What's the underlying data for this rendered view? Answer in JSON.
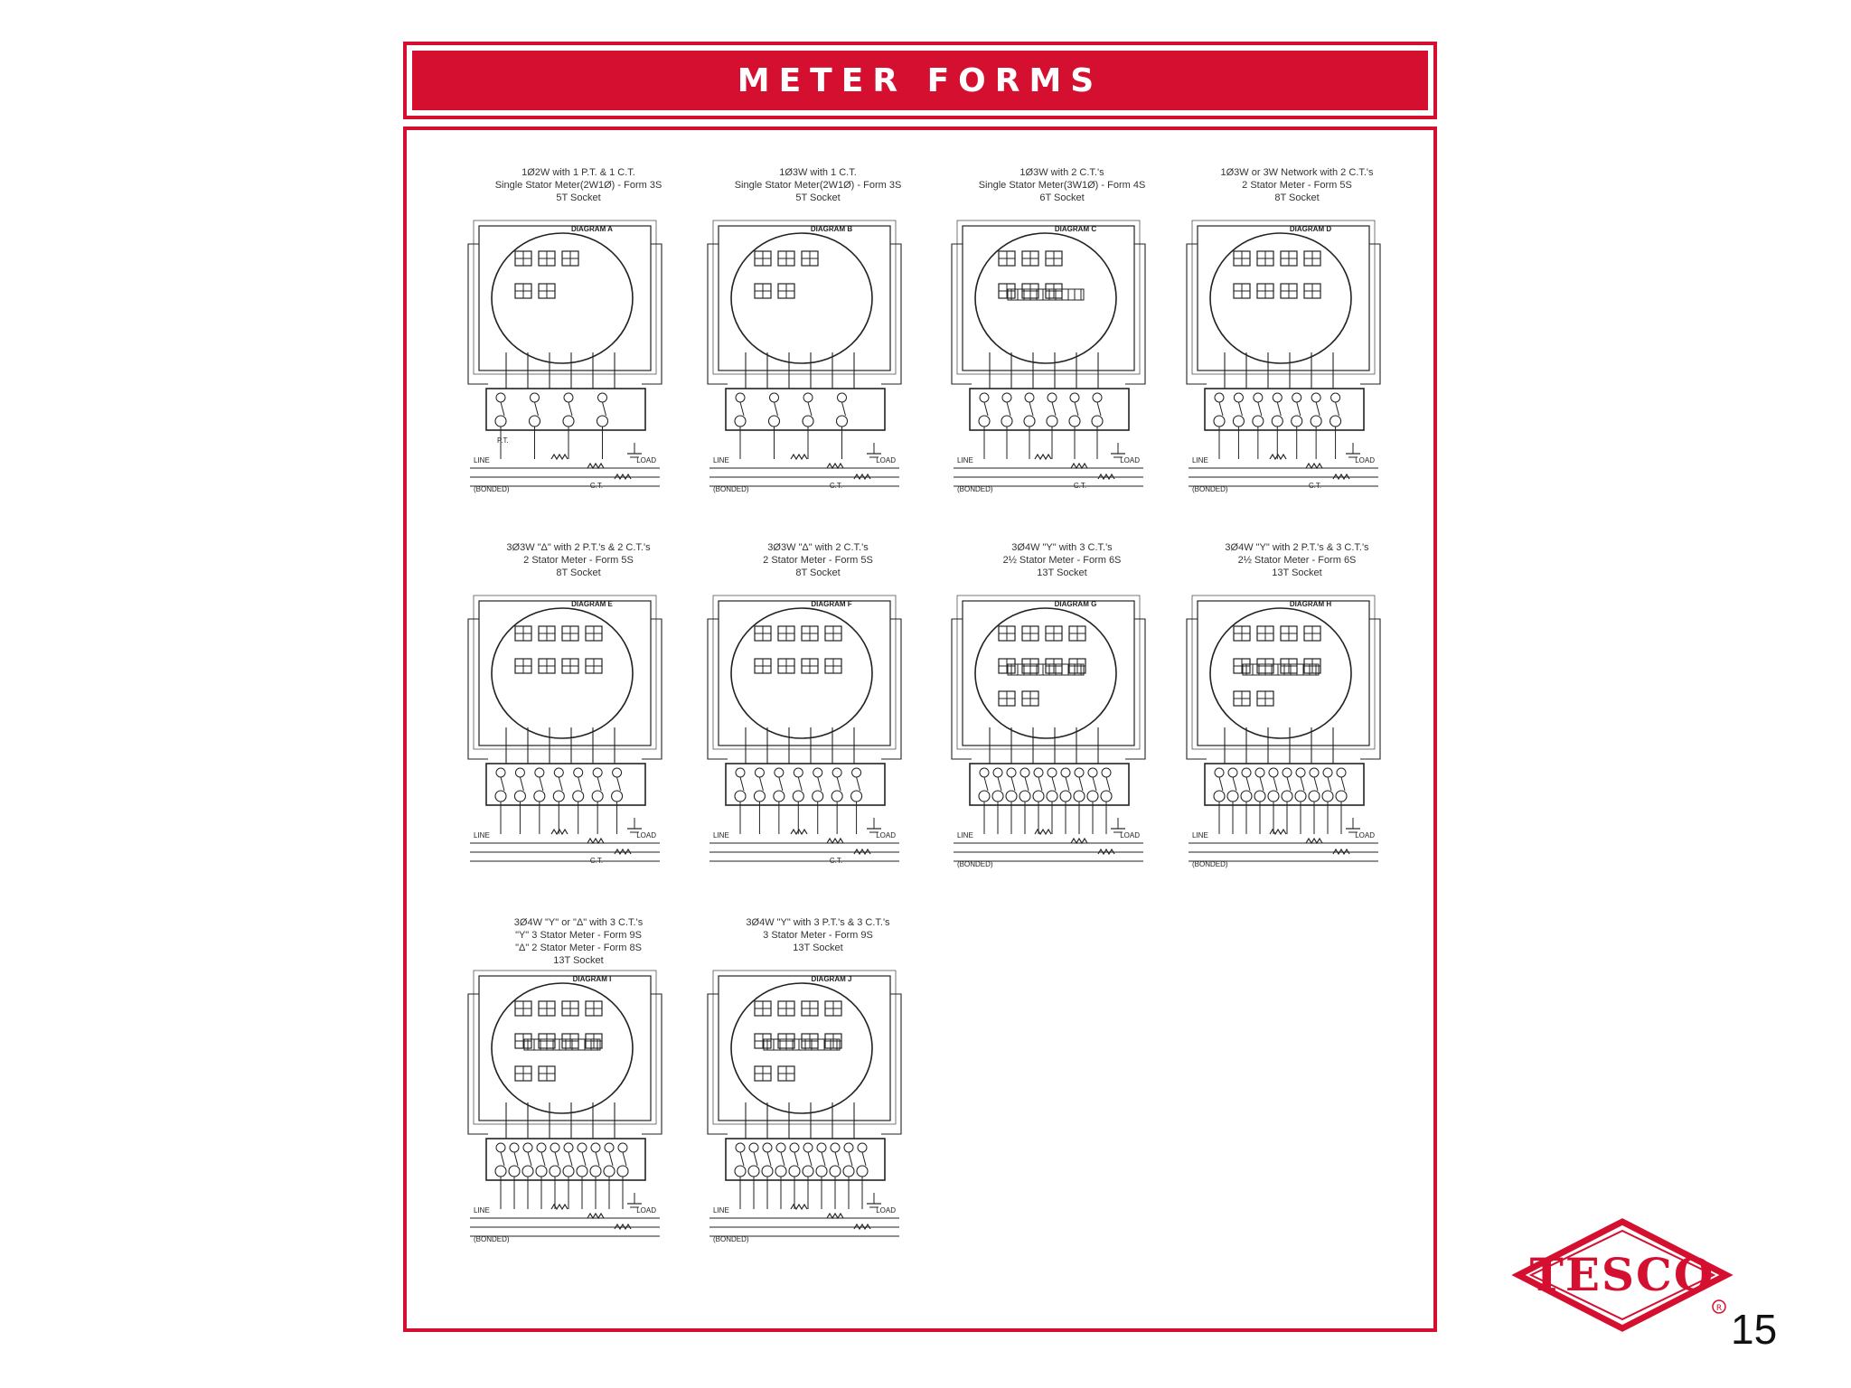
{
  "slide": {
    "title": "METER FORMS",
    "page_number": "15",
    "logo_text": "TESCO",
    "accent_color": "#d40f2f"
  },
  "diagrams": [
    {
      "caption": [
        "1Ø2W with 1 P.T. & 1 C.T.",
        "Single Stator Meter(2W1Ø) - Form 3S",
        "5T Socket"
      ],
      "label": "DIAGRAM A",
      "socket": "5T",
      "extra": [
        "LINE",
        "LOAD",
        "(BONDED)",
        "P.T.",
        "C.T."
      ]
    },
    {
      "caption": [
        "1Ø3W with 1 C.T.",
        "Single Stator Meter(2W1Ø) - Form 3S",
        "5T Socket"
      ],
      "label": "DIAGRAM B",
      "socket": "5T",
      "extra": [
        "LINE",
        "LOAD",
        "(BONDED)",
        "",
        "C.T."
      ]
    },
    {
      "caption": [
        "1Ø3W with 2 C.T.'s",
        "Single Stator Meter(3W1Ø) - Form 4S",
        "6T Socket"
      ],
      "label": "DIAGRAM C",
      "socket": "6T",
      "extra": [
        "LINE",
        "LOAD",
        "(BONDED)",
        "",
        "C.T."
      ]
    },
    {
      "caption": [
        "1Ø3W or 3W Network with 2 C.T.'s",
        "2 Stator Meter - Form 5S",
        "8T Socket"
      ],
      "label": "DIAGRAM D",
      "socket": "8T",
      "extra": [
        "LINE",
        "LOAD",
        "(BONDED)",
        "",
        "C.T."
      ]
    },
    {
      "caption": [
        "3Ø3W \"Δ\" with 2 P.T.'s & 2 C.T.'s",
        "2 Stator Meter - Form 5S",
        "8T Socket"
      ],
      "label": "DIAGRAM E",
      "socket": "8T",
      "extra": [
        "LINE",
        "LOAD",
        "",
        "",
        "C.T."
      ]
    },
    {
      "caption": [
        "3Ø3W \"Δ\" with 2 C.T.'s",
        "2 Stator Meter - Form 5S",
        "8T Socket"
      ],
      "label": "DIAGRAM F",
      "socket": "8T",
      "extra": [
        "LINE",
        "LOAD",
        "",
        "",
        "C.T."
      ]
    },
    {
      "caption": [
        "3Ø4W \"Y\" with 3 C.T.'s",
        "2½ Stator Meter - Form 6S",
        "13T Socket"
      ],
      "label": "DIAGRAM G",
      "socket": "13T",
      "extra": [
        "LINE",
        "LOAD",
        "(BONDED)",
        "",
        ""
      ]
    },
    {
      "caption": [
        "3Ø4W \"Y\" with 2 P.T.'s & 3 C.T.'s",
        "2½ Stator Meter - Form 6S",
        "13T Socket"
      ],
      "label": "DIAGRAM H",
      "socket": "13T",
      "extra": [
        "LINE",
        "LOAD",
        "(BONDED)",
        "",
        ""
      ]
    },
    {
      "caption": [
        "3Ø4W \"Y\" or \"Δ\" with 3 C.T.'s",
        "\"Y\" 3 Stator Meter - Form 9S",
        "\"Δ\" 2 Stator Meter - Form 8S",
        "13T Socket"
      ],
      "label": "DIAGRAM I",
      "socket": "13T",
      "extra": [
        "LINE",
        "LOAD",
        "(BONDED)",
        "",
        ""
      ]
    },
    {
      "caption": [
        "3Ø4W \"Y\" with 3 P.T.'s & 3 C.T.'s",
        "3 Stator Meter - Form 9S",
        "13T Socket"
      ],
      "label": "DIAGRAM J",
      "socket": "13T",
      "extra": [
        "LINE",
        "LOAD",
        "(BONDED)",
        "",
        ""
      ]
    }
  ]
}
